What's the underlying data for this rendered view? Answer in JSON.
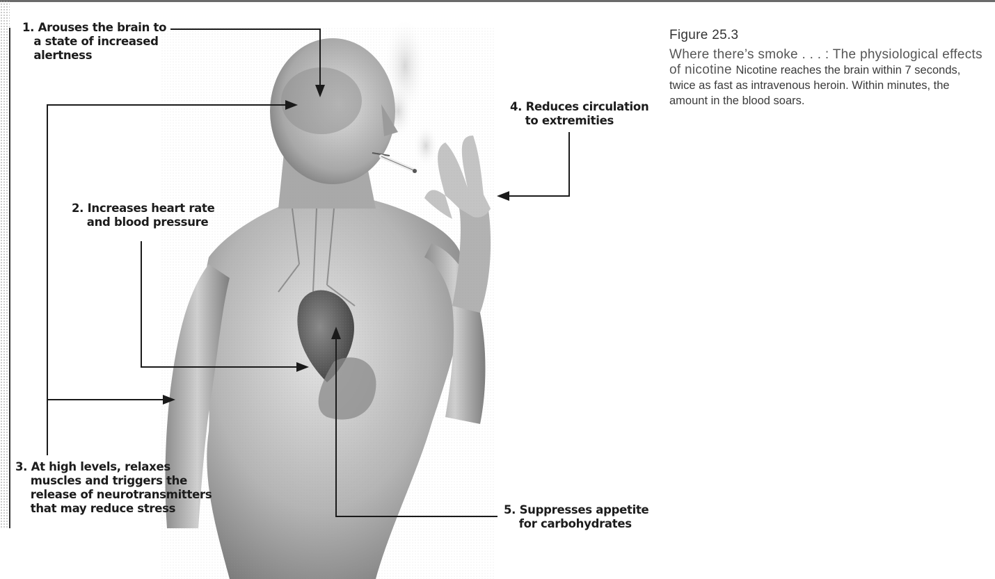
{
  "labels": {
    "label_1": "1. Arouses the brain to\n   a state of increased\n   alertness",
    "label_2": "2. Increases heart rate\n    and blood pressure",
    "label_3": "3. At high levels, relaxes\n    muscles and triggers the\n    release of neurotransmitters\n    that may reduce stress",
    "label_4": "4. Reduces circulation\n    to extremities",
    "label_5": "5. Suppresses appetite\n    for carbohydrates"
  },
  "caption": {
    "figure_number": "Figure 25.3",
    "title": "Where there’s smoke . . . : The physiological effects of nicotine",
    "body": "Nicotine reaches the brain within 7 seconds, twice as fast as intravenous heroin. Within minutes, the amount in the blood soars."
  },
  "colors": {
    "line": "#1a1a1a",
    "skin_light": "#d9d9d9",
    "skin_dark": "#8a8a8a",
    "organ": "#5a5a5a"
  }
}
